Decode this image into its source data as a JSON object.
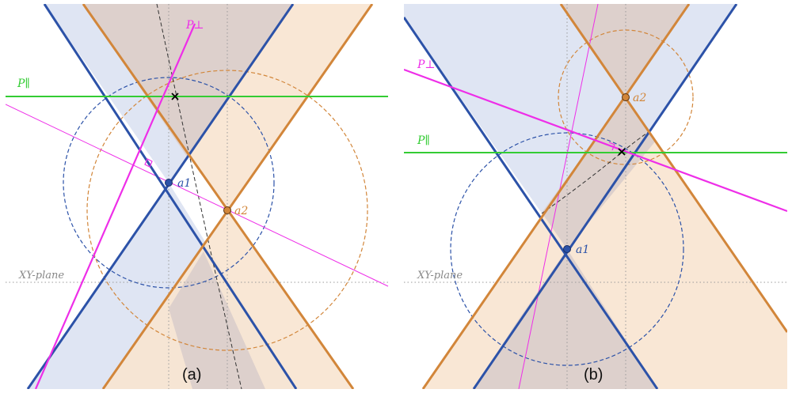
{
  "colors": {
    "blue": "#2c52a8",
    "blue_fill": "#dfe5f3",
    "orange": "#d2863a",
    "orange_fill": "#f8e4d0",
    "magenta": "#ee2ee8",
    "green": "#33cc33",
    "gray": "#9a9a9a",
    "overlap_fill": "#ddd0cc"
  },
  "panels": [
    {
      "caption": "(a)",
      "plane_label": "XY-plane",
      "parallel_label": "P∥",
      "perp_label": "P⊥",
      "point1_label": "a1",
      "point2_label": "a2"
    },
    {
      "caption": "(b)",
      "plane_label": "XY-plane",
      "parallel_label": "P∥",
      "perp_label": "P⊥",
      "point1_label": "a1",
      "point2_label": "a2"
    }
  ]
}
